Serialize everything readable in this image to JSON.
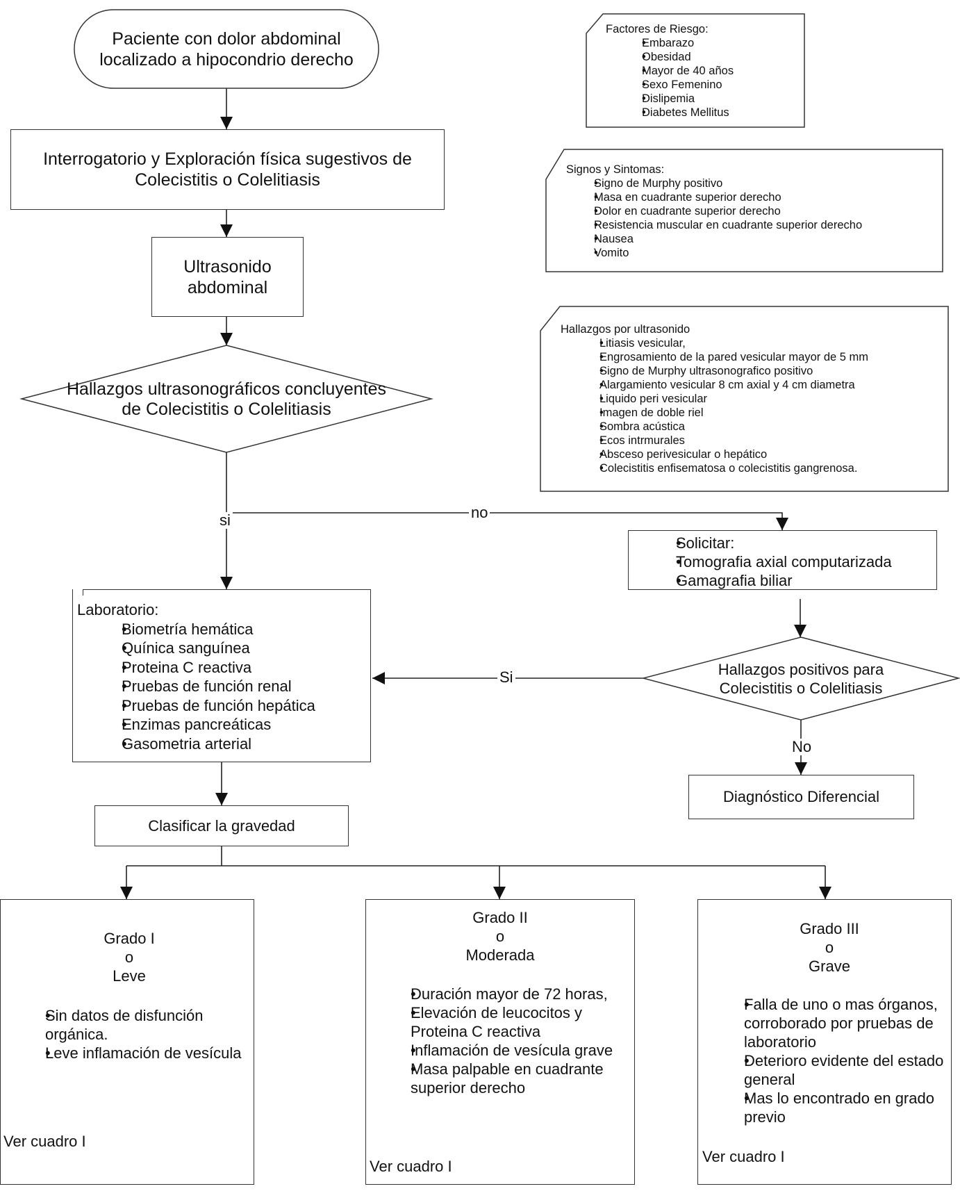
{
  "start": {
    "line1": "Paciente con dolor abdominal",
    "line2": "localizado a hipocondrio derecho"
  },
  "interrogatorio": {
    "line1": "Interrogatorio y Exploración física sugestivos de",
    "line2": "Colecistitis o Colelitiasis"
  },
  "ultrasonido": {
    "line1": "Ultrasonido",
    "line2": "abdominal"
  },
  "decision1": {
    "line1": "Hallazgos ultrasonográficos concluyentes",
    "line2": "de Colecistitis o Colelitiasis",
    "yes_label": "si",
    "no_label": "no"
  },
  "factores": {
    "title": "Factores de Riesgo:",
    "items": [
      "Embarazo",
      "Obesidad",
      "Mayor de  40 años",
      "Sexo Femenino",
      "Dislipemia",
      "Diabetes Mellitus"
    ]
  },
  "signos": {
    "title": "Signos y Sintomas:",
    "items": [
      "Signo  de Murphy positivo",
      "Masa en cuadrante  superior derecho",
      "Dolor  en  cuadrante  superior  derecho",
      "Resistencia  muscular  en  cuadrante superior derecho",
      "Nausea",
      "Vomito"
    ]
  },
  "hallazgos_us": {
    "title": "Hallazgos por ultrasonido",
    "items": [
      "Litiasis vesicular,",
      "Engrosamiento  de  la  pared vesicular  mayor  de  5 mm",
      "Signo  de  Murphy ultrasonografico positivo",
      "Alargamiento  vesicular 8 cm  axial y  4 cm diametra",
      "Liquido peri vesicular",
      "Imagen de doble riel",
      "Sombra acústica",
      "Ecos intrmurales",
      "Absceso perivesicular o hepático",
      "Colecistitis enfisematosa o colecistitis gangrenosa."
    ]
  },
  "solicitar": {
    "items": [
      "Solicitar:",
      "Tomografia axial computarizada",
      "Gamagrafia biliar"
    ]
  },
  "decision2": {
    "line1": "Hallazgos positivos para",
    "line2": "Colecistitis o Colelitiasis",
    "yes_label": "Si",
    "no_label": "No"
  },
  "diferencial": {
    "label": "Diagnóstico  Diferencial"
  },
  "laboratorio": {
    "title": "Laboratorio:",
    "items": [
      "Biometría hemática",
      "Quínica sanguínea",
      "Proteina C reactiva",
      "Pruebas de función renal",
      "Pruebas de función hepática",
      "Enzimas pancreáticas",
      "Gasometria arterial"
    ]
  },
  "clasificar": {
    "label": "Clasificar la gravedad"
  },
  "grado1": {
    "head1": "Grado I",
    "head2": "o",
    "head3": "Leve",
    "items": [
      "Sin datos de disfunción orgánica.",
      "Leve inflamación de vesícula"
    ],
    "footer": "Ver cuadro I"
  },
  "grado2": {
    "head1": "Grado II",
    "head2": "o",
    "head3": "Moderada",
    "items": [
      "Duración mayor de 72 horas,",
      "Elevación de leucocitos y Proteina C reactiva",
      "Inflamación de vesícula grave",
      "Masa palpable en cuadrante superior derecho"
    ],
    "footer": "Ver cuadro I"
  },
  "grado3": {
    "head1": "Grado III",
    "head2": "o",
    "head3": "Grave",
    "items": [
      "Falla de uno o mas órganos, corroborado por pruebas de laboratorio",
      "Deterioro evidente del estado general",
      " Mas lo encontrado en grado previo"
    ],
    "footer": "Ver cuadro I"
  }
}
